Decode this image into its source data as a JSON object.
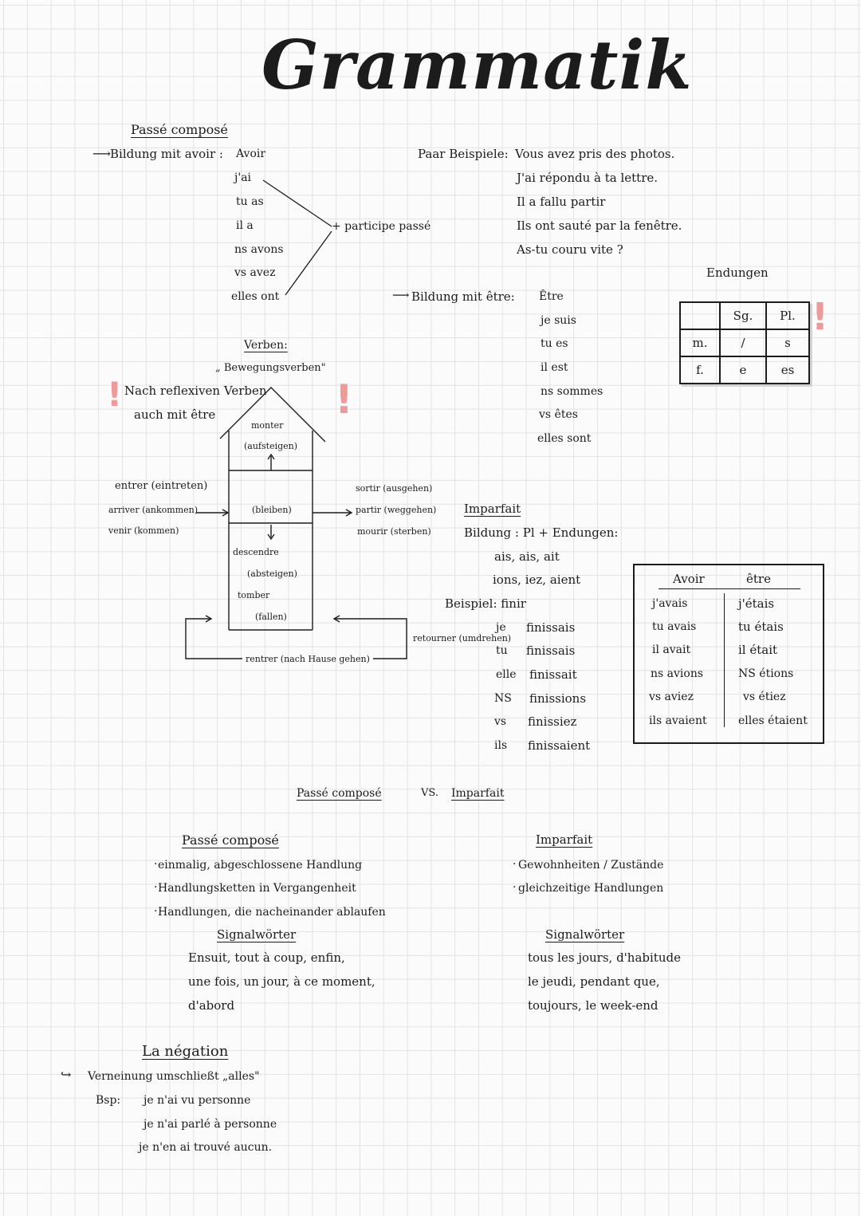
{
  "title": "Grammatik",
  "colors": {
    "accent": "#ef9a9a",
    "ink": "#1c1c1c"
  },
  "passe_compose": {
    "heading": "Passé composé",
    "bildung_avoir_label": "Bildung mit avoir :",
    "avoir_forms": [
      "Avoir",
      "j'ai",
      "tu as",
      "il a",
      "ns avons",
      "vs avez",
      "elles ont"
    ],
    "participe_label": "+ participe passé",
    "examples_label": "Paar Beispiele:",
    "examples": [
      "Vous avez pris des photos.",
      "J'ai répondu à ta lettre.",
      "Il a fallu partir",
      "Ils ont sauté par la fenêtre.",
      "As-tu couru vite ?"
    ],
    "bildung_etre_label": "Bildung mit être:",
    "etre_forms": [
      "Être",
      "je suis",
      "tu es",
      "il est",
      "ns sommes",
      "vs êtes",
      "elles sont"
    ]
  },
  "endungen": {
    "title": "Endungen",
    "header": [
      "",
      "Sg.",
      "Pl."
    ],
    "rows": [
      [
        "m.",
        "/",
        "s"
      ],
      [
        "f.",
        "e",
        "es"
      ]
    ]
  },
  "verben": {
    "heading": "Verben:",
    "subheading": "„ Bewegungsverben\"",
    "reflexive_note_1": "Nach reflexiven Verben",
    "reflexive_note_2": "auch mit être",
    "house": {
      "monter": "monter",
      "monter_de": "(aufsteigen)",
      "rester": "(bleiben)",
      "descendre": "descendre",
      "descendre_de": "(absteigen)",
      "tomber": "tomber",
      "tomber_de": "(fallen)"
    },
    "left_verbs": [
      "entrer (eintreten)",
      "arriver (ankommen)",
      "venir (kommen)"
    ],
    "right_verbs": [
      "sortir (ausgehen)",
      "partir (weggehen)",
      "mourir (sterben)"
    ],
    "retourner": "retourner (umdrehen)",
    "rentrer": "rentrer (nach Hause gehen)"
  },
  "imparfait": {
    "heading": "Imparfait",
    "bildung": "Bildung : Pl + Endungen:",
    "endings_1": "ais, ais, ait",
    "endings_2": "ions, iez, aient",
    "beispiel_label": "Beispiel: finir",
    "pronouns": [
      "je",
      "tu",
      "elle",
      "NS",
      "vs",
      "ils"
    ],
    "forms": [
      "finissais",
      "finissais",
      "finissait",
      "finissions",
      "finissiez",
      "finissaient"
    ],
    "table": {
      "col1_title": "Avoir",
      "col2_title": "être",
      "avoir": [
        "j'avais",
        "tu avais",
        "il avait",
        "ns avions",
        "vs aviez",
        "ils avaient"
      ],
      "etre": [
        "j'étais",
        "tu étais",
        "il était",
        "NS étions",
        "vs étiez",
        "elles étaient"
      ]
    }
  },
  "comparison": {
    "title_a": "Passé composé",
    "vs": "VS.",
    "title_b": "Imparfait",
    "pc_heading": "Passé composé",
    "pc_points": [
      "einmalig, abgeschlossene Handlung",
      "Handlungsketten in Vergangenheit",
      "Handlungen, die nacheinander ablaufen"
    ],
    "pc_signal_heading": "Signalwörter",
    "pc_signal_lines": [
      "Ensuit, tout à coup, enfin,",
      "une fois, un jour, à ce moment,",
      "d'abord"
    ],
    "imp_heading": "Imparfait",
    "imp_points": [
      "Gewohnheiten / Zustände",
      "gleichzeitige Handlungen"
    ],
    "imp_signal_heading": "Signalwörter",
    "imp_signal_lines": [
      "tous les jours, d'habitude",
      "le jeudi, pendant que,",
      "toujours, le week-end"
    ]
  },
  "negation": {
    "heading": "La négation",
    "line1": "Verneinung umschließt „alles\"",
    "bsp_label": "Bsp:",
    "examples": [
      "je n'ai vu personne",
      "je n'ai parlé à personne",
      "je n'en ai trouvé aucun."
    ]
  }
}
